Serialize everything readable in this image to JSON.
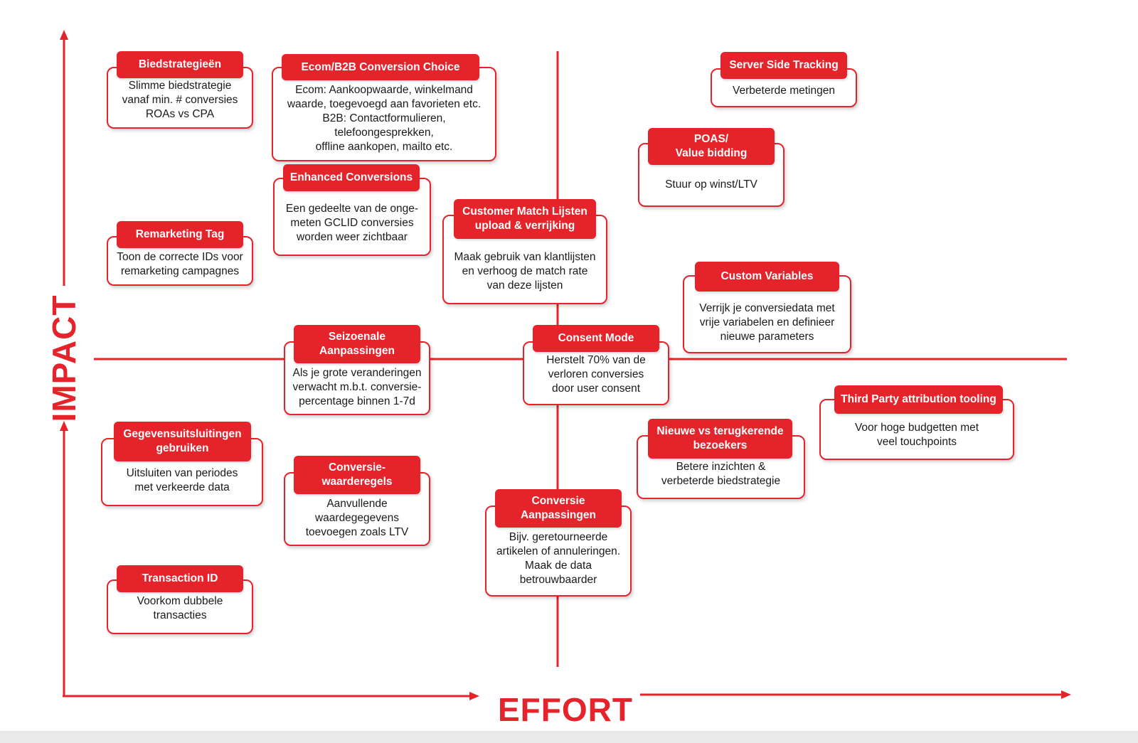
{
  "axes": {
    "x_label": "EFFORT",
    "y_label": "IMPACT"
  },
  "colors": {
    "accent": "#e4232b",
    "text": "#1a1a1a",
    "background": "#ffffff"
  },
  "cards": {
    "biedstrategieen": {
      "title": "Biedstrategieën",
      "body": "Slimme biedstrategie\nvanaf min. # conversies\nROAs vs CPA"
    },
    "ecom_b2b": {
      "title": "Ecom/B2B Conversion Choice",
      "body": "Ecom: Aankoopwaarde, winkelmand\nwaarde, toegevoegd aan favorieten etc.\nB2B: Contactformulieren,\ntelefoongesprekken,\noffline aankopen, mailto etc."
    },
    "enhanced_conversions": {
      "title": "Enhanced Conversions",
      "body": "Een gedeelte van de onge-\nmeten GCLID conversies\nworden weer zichtbaar"
    },
    "remarketing_tag": {
      "title": "Remarketing Tag",
      "body": "Toon de correcte IDs voor\nremarketing campagnes"
    },
    "customer_match": {
      "title": "Customer Match Lijsten\nupload & verrijking",
      "body": "Maak gebruik van klantlijsten\nen verhoog de match rate\nvan deze lijsten"
    },
    "server_side": {
      "title": "Server Side Tracking",
      "body": "Verbeterde metingen"
    },
    "poas": {
      "title": "POAS/\nValue bidding",
      "body": "Stuur op winst/LTV"
    },
    "custom_variables": {
      "title": "Custom Variables",
      "body": "Verrijk je conversiedata met\nvrije variabelen en definieer\nnieuwe parameters"
    },
    "seizoenale": {
      "title": "Seizoenale\nAanpassingen",
      "body": "Als je grote veranderingen\nverwacht m.b.t. conversie-\npercentage binnen 1-7d"
    },
    "consent_mode": {
      "title": "Consent Mode",
      "body": "Herstelt 70% van de\nverloren conversies\ndoor user consent"
    },
    "third_party": {
      "title": "Third Party attribution tooling",
      "body": "Voor hoge budgetten met\nveel touchpoints"
    },
    "gegevensuitsluitingen": {
      "title": "Gegevensuitsluitingen\ngebruiken",
      "body": "Uitsluiten van periodes\nmet verkeerde data"
    },
    "conversiewaarderegels": {
      "title": "Conversie-\nwaarderegels",
      "body": "Aanvullende\nwaardegegevens\ntoevoegen zoals LTV"
    },
    "nieuwe_vs_terugkerende": {
      "title": "Nieuwe vs terugkerende\nbezoekers",
      "body": "Betere inzichten &\nverbeterde biedstrategie"
    },
    "conversie_aanpassingen": {
      "title": "Conversie\nAanpassingen",
      "body": "Bijv. geretourneerde\nartikelen of annuleringen.\nMaak de data\nbetrouwbaarder"
    },
    "transaction_id": {
      "title": "Transaction ID",
      "body": "Voorkom dubbele\ntransacties"
    }
  }
}
